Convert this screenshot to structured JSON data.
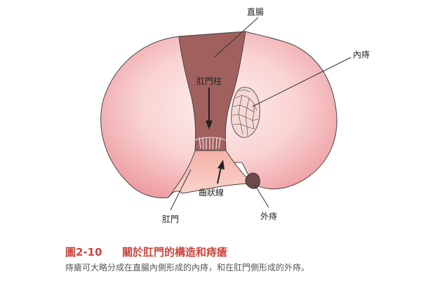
{
  "labels": {
    "rectum": "直腸",
    "anal_column": "肛門柱",
    "internal_hemorrhoid": "內痔",
    "dentate_line": "齒狀線",
    "anus": "肛門",
    "external_hemorrhoid": "外痔"
  },
  "caption": {
    "number": "圖2-10",
    "title": "關於肛門的構造和痔瘡",
    "text": "痔瘡可大略分成在直腸內側形成的內痔，和在肛門側形成的外痔。"
  },
  "colors": {
    "tissue": "#f1a9ad",
    "tissue_highlight": "#fbe3e3",
    "rectum": "#a0605e",
    "canal": "#f7c3bc",
    "caption_title": "#c8463c",
    "caption_text": "#555555"
  }
}
